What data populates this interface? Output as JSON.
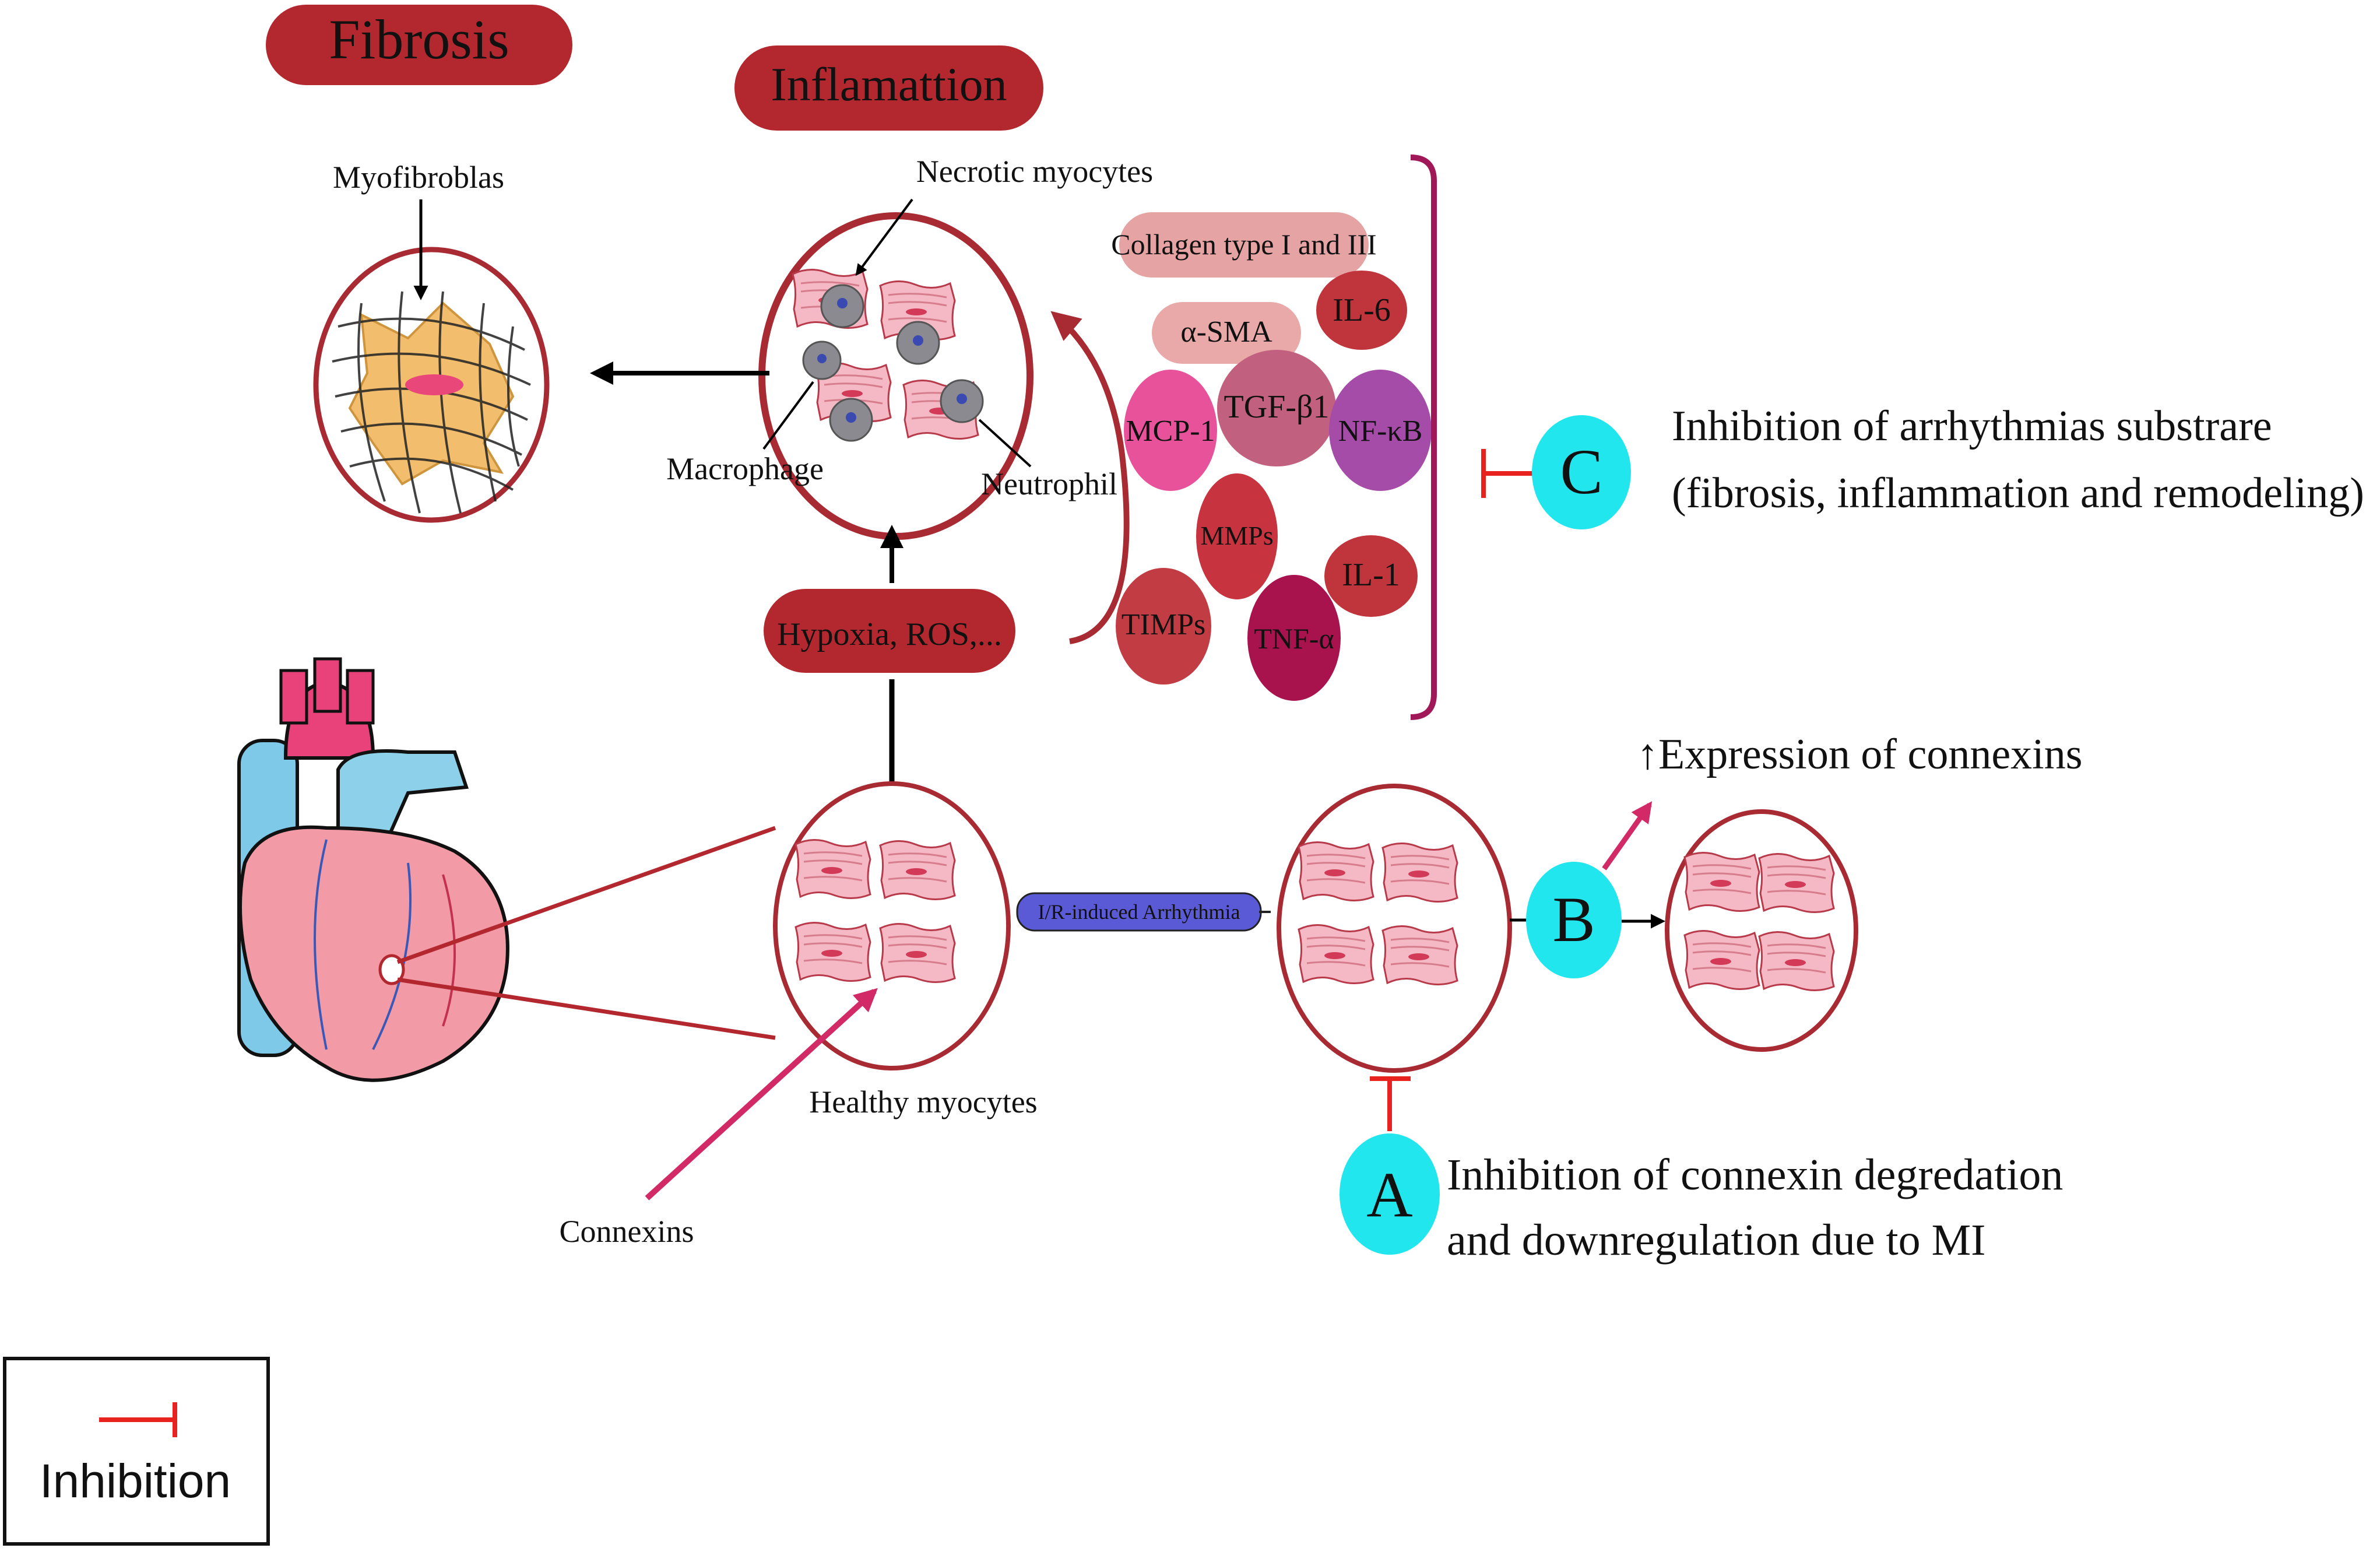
{
  "titles": {
    "fibrosis": "Fibrosis",
    "inflammation": "Inflamattion"
  },
  "labels": {
    "myofibroblast": "Myofibroblas",
    "necrotic_myocytes": "Necrotic myocytes",
    "macrophage": "Macrophage",
    "neutrophil": "Neutrophil",
    "hypoxia": "Hypoxia, ROS,...",
    "healthy_myocytes": "Healthy myocytes",
    "connexins": "Connexins",
    "ir_arrhythmia": "I/R-induced Arrhythmia",
    "expression_connexins": "↑Expression of connexins"
  },
  "mediators": [
    {
      "id": "collagen",
      "text": "Collagen type I and III",
      "color": "#e5a3a3"
    },
    {
      "id": "il6",
      "text": "IL-6",
      "color": "#c0343b"
    },
    {
      "id": "asma",
      "text": "α-SMA",
      "color": "#e9a9a9"
    },
    {
      "id": "tgfb1",
      "text": "TGF-β1",
      "color": "#c2607f"
    },
    {
      "id": "mcp1",
      "text": "MCP-1",
      "color": "#e8529a"
    },
    {
      "id": "nfkb",
      "text": "NF-κB",
      "color": "#a54ba8"
    },
    {
      "id": "mmps",
      "text": "MMPs",
      "color": "#c7343f"
    },
    {
      "id": "il1",
      "text": "IL-1",
      "color": "#c0343b"
    },
    {
      "id": "timps",
      "text": "TIMPs",
      "color": "#c23c44"
    },
    {
      "id": "tnfa",
      "text": "TNF-α",
      "color": "#a8124d"
    }
  ],
  "interventions": {
    "A": {
      "letter": "A",
      "line1": "Inhibition of connexin degredation",
      "line2": "and downregulation due to MI"
    },
    "B": {
      "letter": "B"
    },
    "C": {
      "letter": "C",
      "line1": "Inhibition of arrhythmias substrare",
      "line2": "(fibrosis, inflammation and  remodeling)"
    }
  },
  "legend": {
    "label": "Inhibition"
  },
  "colors": {
    "dark_red": "#a82a32",
    "pill_red": "#b3272e",
    "cyan": "#22e6ee",
    "arrow_magenta": "#d12a67",
    "arrhythmia_blue": "#5a5ad6",
    "bracket": "#a01858",
    "inhibit_red": "#e8231f"
  }
}
